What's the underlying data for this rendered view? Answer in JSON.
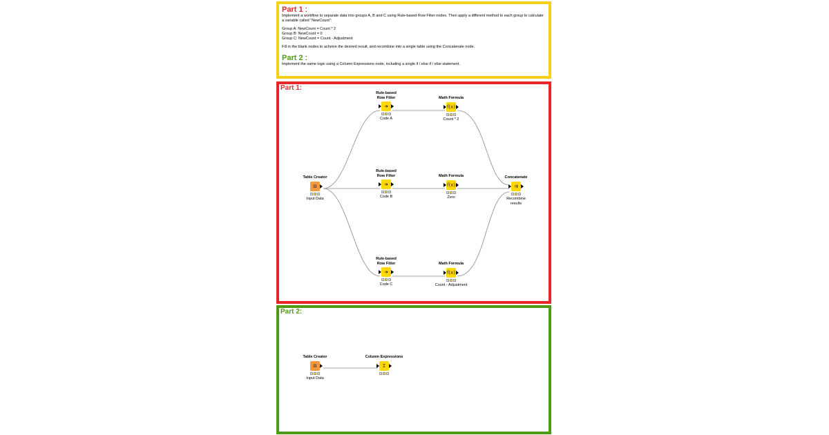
{
  "instructions": {
    "part1_title": "Part 1",
    "part1_colon": " :",
    "part1_text": "Implement a workflow to separate data into groups A, B and C using Rule-based Row Filter nodes. Then apply a different method to each group to calculate a variable called \"NewCount\":",
    "groups": [
      "Group A: NewCount = Count * 2",
      "Group B: NewCount = 0",
      "Group C: NewCount = Count - Adjustment"
    ],
    "fill_text": "Fill in the blank nodes to acheive the desired result, and recombine into a single table using the Concatenate node.",
    "part2_title": "Part 2",
    "part2_colon": " :",
    "part2_text": "Implement the same logic using a Column Expressions node, including a single if / else if / else statement."
  },
  "part1": {
    "annotation": "Part 1:",
    "nodes": {
      "table_creator": {
        "title": "Table Creator",
        "label": "Input Data"
      },
      "filter_a": {
        "title": "Rule-based\nRow Filter",
        "label": "Code A"
      },
      "filter_b": {
        "title": "Rule-based\nRow Filter",
        "label": "Code B"
      },
      "filter_c": {
        "title": "Rule-based\nRow Filter",
        "label": "Code C"
      },
      "math_a": {
        "title": "Math Formula",
        "label": "Count * 2"
      },
      "math_b": {
        "title": "Math Formula",
        "label": "Zero"
      },
      "math_c": {
        "title": "Math Formula",
        "label": "Count - Adjustment"
      },
      "concatenate": {
        "title": "Concatenate",
        "label": "Recombine\nresults"
      }
    }
  },
  "part2": {
    "annotation": "Part 2:",
    "nodes": {
      "table_creator": {
        "title": "Table Creator",
        "label": "Input Data"
      },
      "column_expressions": {
        "title": "Column Expressions",
        "label": ""
      }
    }
  },
  "icons": {
    "table_creator": "table-icon",
    "filter": "filter-arrow-icon",
    "math": "function-icon",
    "concatenate": "concatenate-icon",
    "column_expressions": "expression-icon"
  },
  "colors": {
    "part1_border": "#e8262a",
    "part2_border": "#4f9a13",
    "instructions_border": "#f7d117",
    "node_yellow": "#ffd800",
    "node_orange": "#f39a3e"
  }
}
